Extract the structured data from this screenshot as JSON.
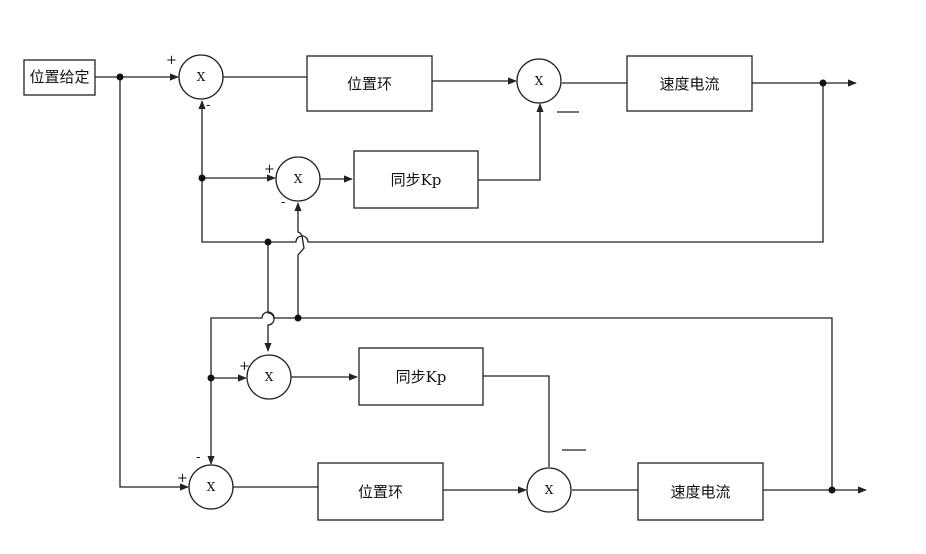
{
  "blocks": {
    "position_setpoint": "位置给定",
    "position_loop_top": "位置环",
    "speed_current_top": "速度电流",
    "sync_kp_top": "同步Kp",
    "sync_kp_bottom": "同步Kp",
    "position_loop_bottom": "位置环",
    "speed_current_bottom": "速度电流"
  },
  "junctions": {
    "sum_top_left": "X",
    "sum_top_mid": "X",
    "sum_sync_top": "X",
    "sum_sync_bottom": "X",
    "sum_bottom_left": "X",
    "sum_bottom_mid": "X"
  },
  "signs": {
    "plus_top_left": "+",
    "minus_top_left": "-",
    "plus_sync_top": "+",
    "minus_sync_top": "-",
    "plus_sync_bottom": "+",
    "plus_bottom_left": "+",
    "minus_bottom_left": "-"
  }
}
